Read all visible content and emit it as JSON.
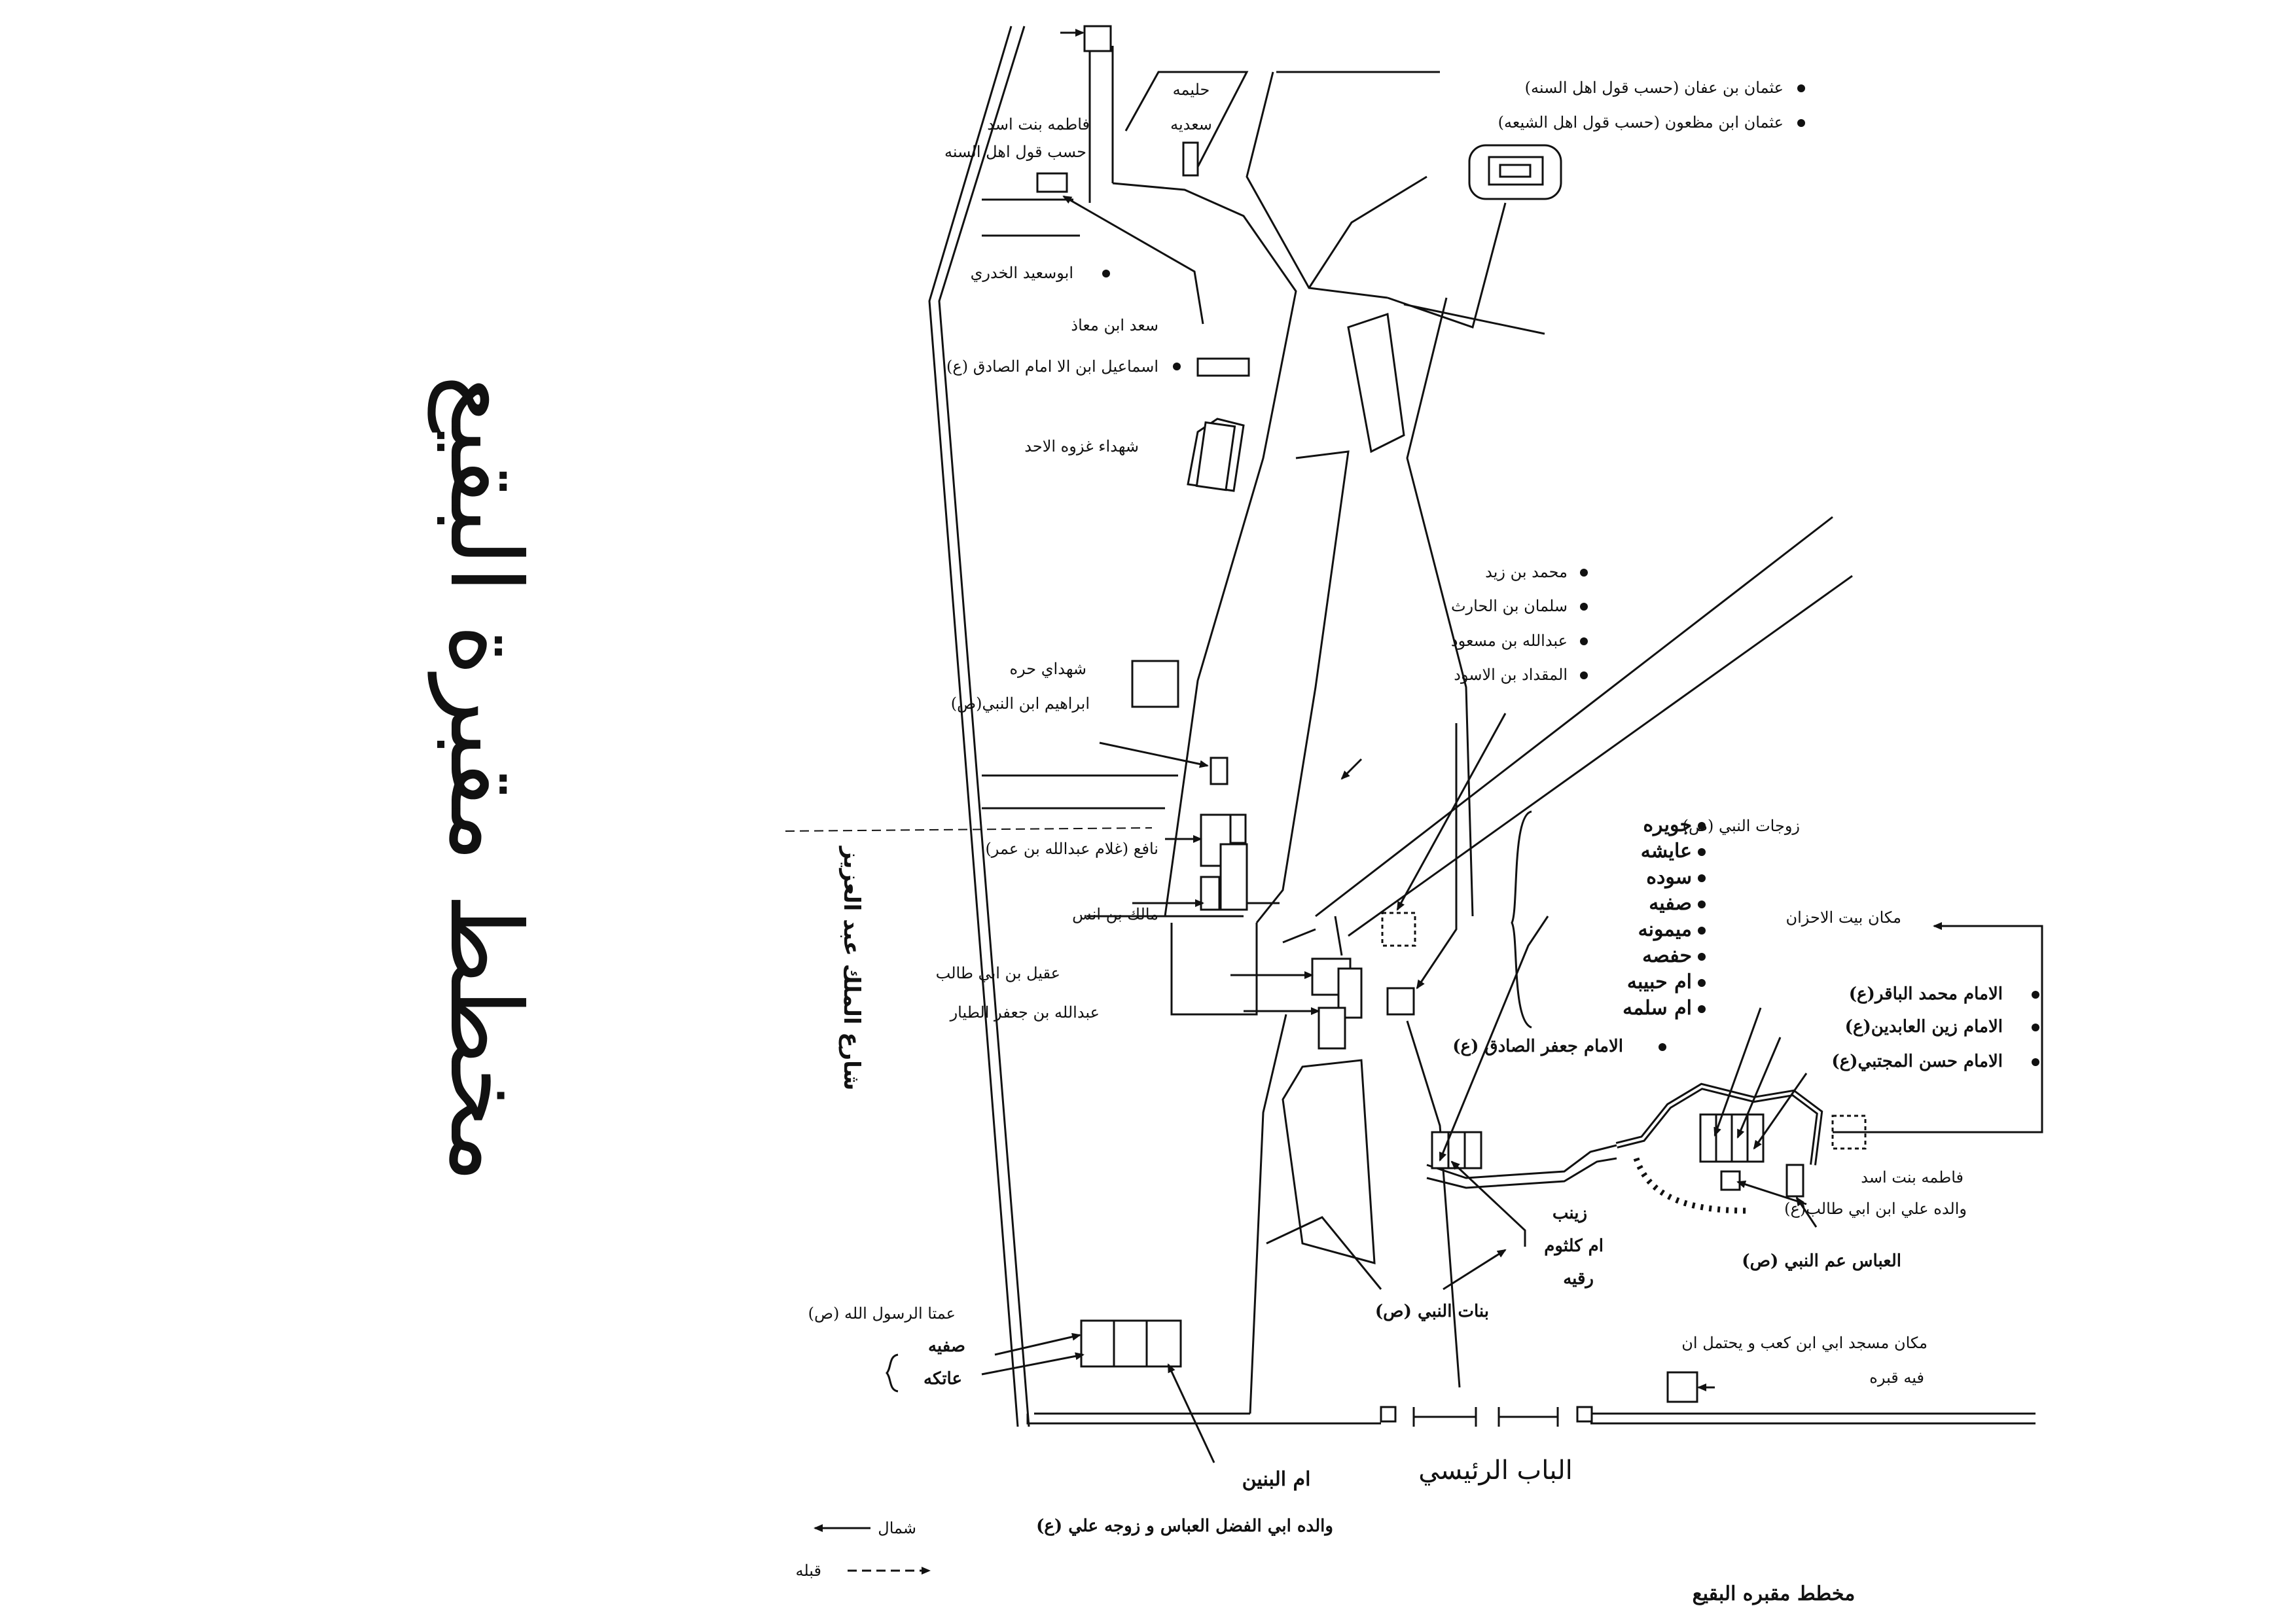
{
  "title": "مخطط مقبرة البقيع",
  "street_name": "شارع الملك عبد العزيز",
  "footer_title": "مخطط مقبره البقيع",
  "compass": {
    "north": "شمال",
    "qibla": "قبله"
  },
  "labels": {
    "uthman_affan": "عثمان بن عفان (حسب قول اهل السنه)",
    "uthman_mazun": "عثمان ابن مظعون (حسب قول اهل الشيعه)",
    "halima_1": "حليمه",
    "halima_2": "سعديه",
    "fatima_asad_n1": "فاطمه بنت اسد",
    "fatima_asad_n2": "حسب قول اهل السنه",
    "abu_said": "ابوسعيد الخدري",
    "saad": "سعد ابن معاذ",
    "ismail": "اسماعيل ابن الا امام الصادق (ع)",
    "uhud": "شهداء غزوه الاحد",
    "muhammad_zayd": "محمد بن زيد",
    "salman": "سلمان بن الحارث",
    "abdullah_masud": "عبدالله بن مسعود",
    "miqdad": "المقداد بن الاسود",
    "harra": "شهداي حره",
    "ibrahim": "ابراهيم ابن النبي(ص)",
    "nafi": "نافع (غلام عبدالله بن عمر)",
    "malik": "مالك بن انس",
    "aqil": "عقيل بن ابي طالب",
    "abdullah_jafar": "عبدالله بن جعفر الطيار",
    "wives_heading": "زوجات النبي (ص)",
    "wives": [
      "جويره",
      "عايشه",
      "سوده",
      "صفيه",
      "ميمونه",
      "حفصه",
      "ام حبيبه",
      "ام سلمه"
    ],
    "house_grief": "مكان بيت الاحزان",
    "baqir": "الامام محمد الباقر(ع)",
    "zayn": "الامام زين العابدين(ع)",
    "hasan": "الامام حسن المجتبي(ع)",
    "jafar_sadiq": "الامام جعفر الصادق (ع)",
    "fatima_asad_s1": "فاطمه بنت اسد",
    "fatima_asad_s2": "والده علي ابن ابي طالب(ع)",
    "abbas": "العباس عم النبي (ص)",
    "zaynab": "زينب",
    "umm_kulthum": "ام كلثوم",
    "ruqayya": "رقيه",
    "daughters": "بنات النبي (ص)",
    "aunts": "عمتا الرسول الله (ص)",
    "safiyya": "صفيه",
    "atika": "عاتكه",
    "mosque_1": "مكان مسجد ابي ابن كعب و يحتمل ان",
    "mosque_2": "فيه قبره",
    "main_gate": "الباب الرئيسي",
    "umm_banin": "ام البنين",
    "umm_banin_sub": "والده ابي الفضل العباس و زوجه علي (ع)"
  }
}
